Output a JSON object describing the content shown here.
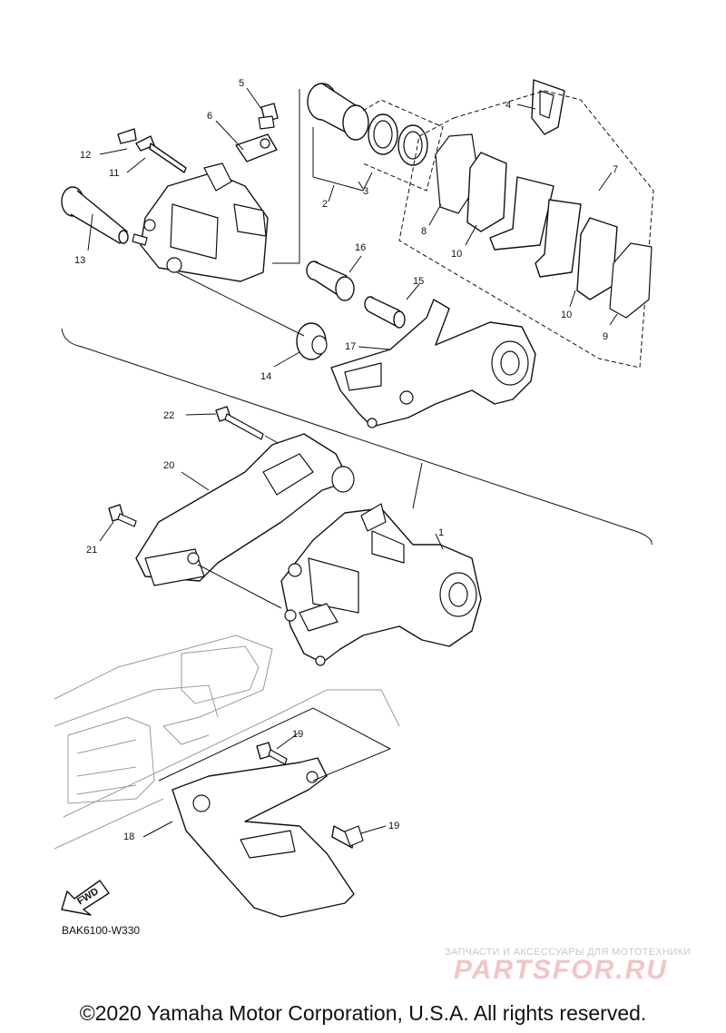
{
  "callouts": [
    "1",
    "2",
    "3",
    "4",
    "5",
    "6",
    "7",
    "8",
    "9",
    "10",
    "10",
    "11",
    "12",
    "13",
    "14",
    "15",
    "16",
    "17",
    "18",
    "19",
    "19",
    "20",
    "21",
    "22"
  ],
  "fwd_label": "FWD",
  "diagram_code": "BAK6100-W330",
  "watermark": {
    "tagline": "ЗАПЧАСТИ И АКСЕССУАРЫ ДЛЯ МОТОТЕХНИКИ",
    "brand": "PARTSFOR.RU"
  },
  "copyright": "©2020 Yamaha Motor Corporation, U.S.A. All rights reserved."
}
